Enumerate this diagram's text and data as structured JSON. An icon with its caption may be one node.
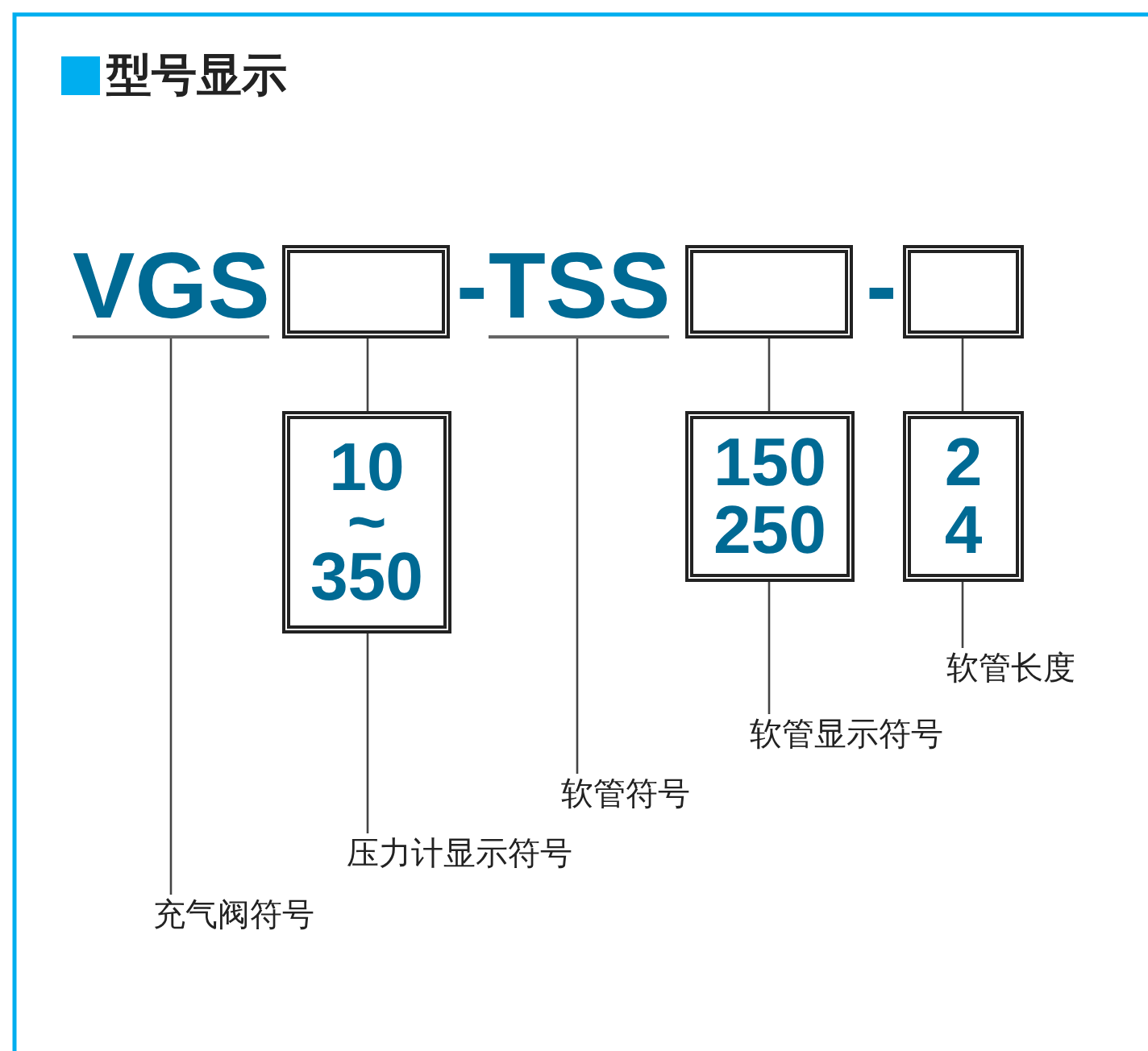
{
  "diagram": {
    "title": "型号显示",
    "nodes": [
      {
        "text": [
          "VGS"
        ]
      },
      {
        "text": [],
        "shape": "box"
      },
      {
        "text": [
          "TSS"
        ]
      },
      {
        "text": [],
        "shape": "box"
      },
      {
        "text": [],
        "shape": "box"
      },
      {
        "text": [
          "10 ~ 350"
        ]
      },
      {
        "text": [
          "150 250"
        ]
      },
      {
        "text": [
          "2 4"
        ]
      },
      {
        "text": [
          "充气阀符号"
        ]
      },
      {
        "text": [
          "压力计显示符号"
        ]
      },
      {
        "text": [
          "软管符号"
        ]
      },
      {
        "text": [
          "软管显示符号"
        ]
      },
      {
        "text": [
          "软管长度"
        ]
      }
    ],
    "edges": [
      {
        "from": 1,
        "to": 5,
        "arrow": "none"
      },
      {
        "from": 3,
        "to": 6,
        "arrow": "none"
      },
      {
        "from": 4,
        "to": 7,
        "arrow": "none"
      },
      {
        "from": 0,
        "to": 8,
        "arrow": "none"
      },
      {
        "from": 5,
        "to": 9,
        "arrow": "none"
      },
      {
        "from": 2,
        "to": 10,
        "arrow": "none"
      },
      {
        "from": 6,
        "to": 11,
        "arrow": "none"
      },
      {
        "from": 7,
        "to": 12,
        "arrow": "none"
      }
    ],
    "labels": [
      "-",
      "-"
    ]
  }
}
